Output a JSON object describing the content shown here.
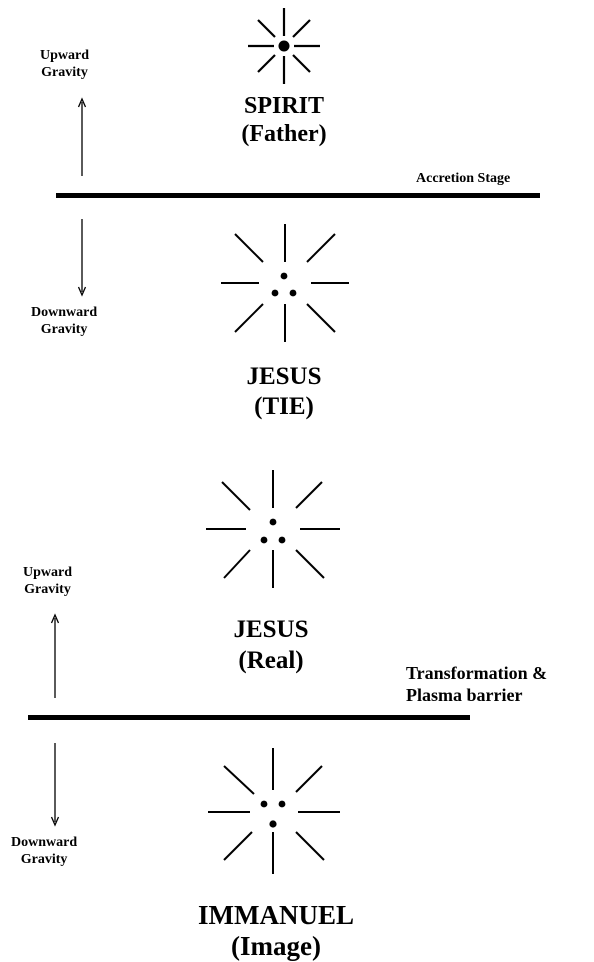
{
  "sections": [
    {
      "top_label": {
        "line1": "Upward",
        "line2": "Gravity"
      },
      "bottom_label": {
        "line1": "Downward",
        "line2": "Gravity"
      },
      "upper_symbol": {
        "title": "SPIRIT",
        "subtitle": "(Father)",
        "dots": 1
      },
      "boundary_label": "Accretion Stage",
      "lower_symbol": {
        "title": "JESUS",
        "subtitle": "(TIE)",
        "dots": 3
      }
    },
    {
      "top_label": {
        "line1": "Upward",
        "line2": "Gravity"
      },
      "bottom_label": {
        "line1": "Downward",
        "line2": "Gravity"
      },
      "upper_symbol": {
        "title": "JESUS",
        "subtitle": "(Real)",
        "dots": 3
      },
      "boundary_label": {
        "line1": "Transformation &",
        "line2": "Plasma barrier"
      },
      "lower_symbol": {
        "title": "IMMANUEL",
        "subtitle": "(Image)",
        "dots": 3
      }
    }
  ]
}
